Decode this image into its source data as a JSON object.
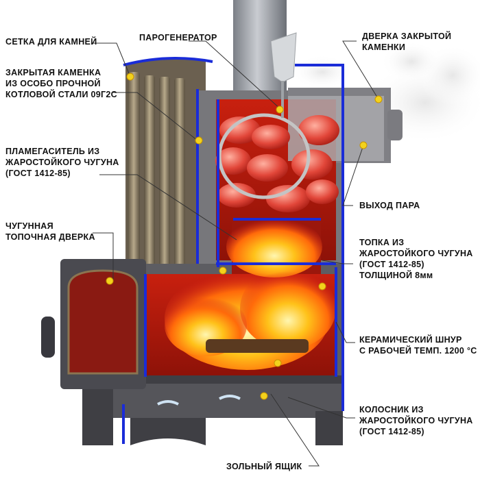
{
  "labels": {
    "stone_mesh": [
      "СЕТКА ДЛЯ КАМНЕЙ"
    ],
    "closed_heater": [
      "ЗАКРЫТАЯ КАМЕНКА",
      "ИЗ ОСОБО ПРОЧНОЙ",
      "КОТЛОВОЙ СТАЛИ 09Г2С"
    ],
    "flame_damper": [
      "ПЛАМЕГАСИТЕЛЬ ИЗ",
      "ЖАРОСТОЙКОГО ЧУГУНА",
      "(ГОСТ 1412-85)"
    ],
    "cast_door": [
      "ЧУГУННАЯ",
      "ТОПОЧНАЯ ДВЕРКА"
    ],
    "steam_generator": [
      "ПАРОГЕНЕРАТОР"
    ],
    "heater_door": [
      "ДВЕРКА ЗАКРЫТОЙ",
      "КАМЕНКИ"
    ],
    "steam_outlet": [
      "ВЫХОД ПАРА"
    ],
    "firebox": [
      "ТОПКА ИЗ",
      "ЖАРОСТОЙКОГО ЧУГУНА",
      "(ГОСТ 1412-85)",
      "ТОЛЩИНОЙ 8мм"
    ],
    "ceramic_cord": [
      "КЕРАМИЧЕСКИЙ ШНУР",
      "С РАБОЧЕЙ ТЕМП. 1200 °С"
    ],
    "grate": [
      "КОЛОСНИК ИЗ",
      "ЖАРОСТОЙКОГО ЧУГУНА",
      "(ГОСТ 1412-85)"
    ],
    "ash_box": [
      "ЗОЛЬНЫЙ ЯЩИК"
    ]
  },
  "colors": {
    "seal_blue": "#1a2cd8",
    "marker_yellow": "#f3d21c",
    "steel_gray": "#6e6e72",
    "fire_red": "#d8261a"
  }
}
